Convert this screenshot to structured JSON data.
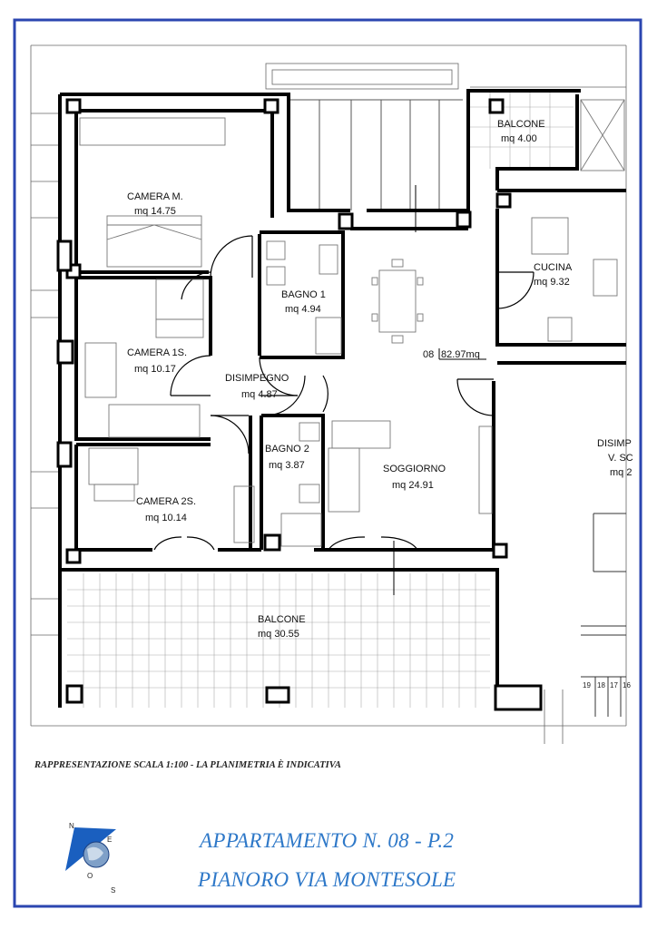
{
  "colors": {
    "border": "#2b46b0",
    "title": "#2e78c8",
    "wall": "#000000"
  },
  "unit": {
    "code": "08",
    "total": "82.97mq"
  },
  "rooms": [
    {
      "key": "camera_m",
      "name": "CAMERA M.",
      "area": "mq 14.75"
    },
    {
      "key": "camera_1s",
      "name": "CAMERA 1S.",
      "area": "mq 10.17"
    },
    {
      "key": "camera_2s",
      "name": "CAMERA 2S.",
      "area": "mq 10.14"
    },
    {
      "key": "bagno_1",
      "name": "BAGNO 1",
      "area": "mq 4.94"
    },
    {
      "key": "bagno_2",
      "name": "BAGNO 2",
      "area": "mq 3.87"
    },
    {
      "key": "disimpegno",
      "name": "DISIMPEGNO",
      "area": "mq 4.87"
    },
    {
      "key": "soggiorno",
      "name": "SOGGIORNO",
      "area": "mq 24.91"
    },
    {
      "key": "cucina",
      "name": "CUCINA",
      "area": "mq 9.32"
    },
    {
      "key": "balcone_small",
      "name": "BALCONE",
      "area": "mq 4.00"
    },
    {
      "key": "balcone_large",
      "name": "BALCONE",
      "area": "mq 30.55"
    }
  ],
  "neighbor": {
    "line1": "DISIMP",
    "line2": "V. SC",
    "line3": "mq 2"
  },
  "stairs": [
    "19",
    "18",
    "17",
    "16"
  ],
  "compass": {
    "n": "N",
    "e": "E",
    "s": "S",
    "o": "O"
  },
  "note": "RAPPRESENTAZIONE SCALA 1:100 - LA PLANIMETRIA È INDICATIVA",
  "title": {
    "line1": "APPARTAMENTO N. 08 - P.2",
    "line2": "PIANORO VIA MONTESOLE"
  }
}
